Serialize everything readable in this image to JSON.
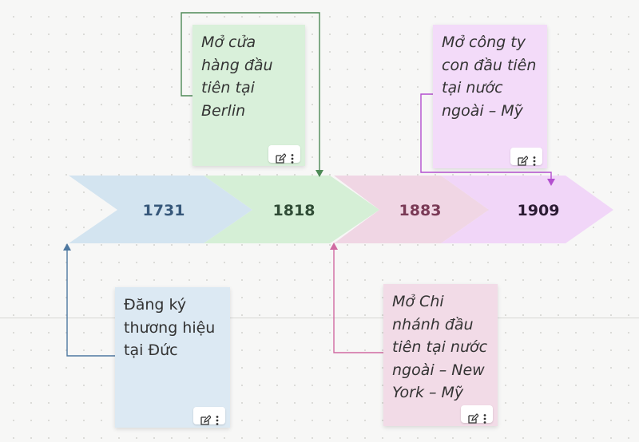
{
  "timeline": {
    "events": [
      {
        "year": "1731",
        "note": "Đăng ký\nthương hiệu\ntại Đức",
        "italic": false,
        "color": "#d3e4f0",
        "year_color": "#36577a",
        "line_color": "#4e78a0"
      },
      {
        "year": "1818",
        "note": "Mở cửa\nhàng đầu\ntiên tại\nBerlin",
        "italic": true,
        "color": "#d5efd6",
        "year_color": "#2f4b35",
        "line_color": "#4e8a57"
      },
      {
        "year": "1883",
        "note": "Mở Chi\nnhánh đầu\ntiên tại nước\nngoài – New\nYork – Mỹ",
        "italic": true,
        "color": "#f0d6e4",
        "year_color": "#7a3a56",
        "line_color": "#d06aa2"
      },
      {
        "year": "1909",
        "note": "Mở công ty\ncon đầu tiên\ntại nước\nngoài – Mỹ",
        "italic": true,
        "color": "#f1d6f8",
        "year_color": "#2b1b33",
        "line_color": "#b34fcf"
      }
    ]
  },
  "icons": {
    "edit": "edit-icon",
    "more": "more-vertical-icon"
  }
}
